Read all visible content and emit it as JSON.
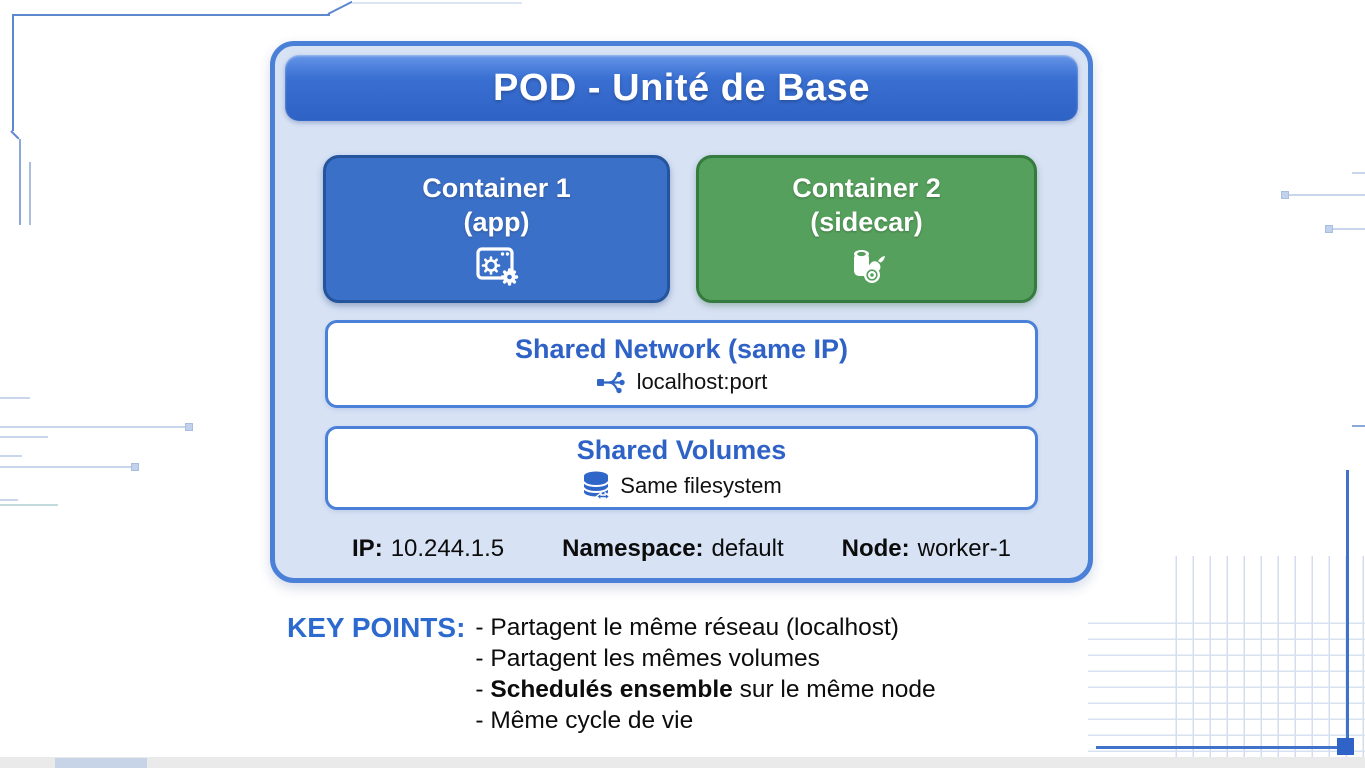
{
  "pod": {
    "title": "POD - Unité de Base",
    "containers": [
      {
        "name": "Container 1",
        "role": "(app)",
        "icon": "app-window-gear-icon",
        "fill": "#3b70c8",
        "border": "#24549c"
      },
      {
        "name": "Container 2",
        "role": "(sidecar)",
        "icon": "logs-icon",
        "fill": "#55a05c",
        "border": "#357a3e"
      }
    ],
    "shared_network": {
      "title": "Shared Network (same IP)",
      "detail": "localhost:port",
      "icon": "network-icon"
    },
    "shared_volumes": {
      "title": "Shared Volumes",
      "detail": "Same filesystem",
      "icon": "database-icon"
    },
    "meta": [
      {
        "label": "IP:",
        "value": "10.244.1.5"
      },
      {
        "label": "Namespace:",
        "value": "default"
      },
      {
        "label": "Node:",
        "value": "worker-1"
      }
    ]
  },
  "key_points": {
    "label": "KEY POINTS:",
    "items": [
      {
        "pre": "- ",
        "bold": "",
        "post": "Partagent le même réseau (localhost)"
      },
      {
        "pre": "- ",
        "bold": "",
        "post": "Partagent les mêmes volumes"
      },
      {
        "pre": "- ",
        "bold": "Schedulés ensemble",
        "post": " sur le même node"
      },
      {
        "pre": "- ",
        "bold": "",
        "post": "Même cycle de vie"
      }
    ]
  },
  "colors": {
    "pod_fill": "#d7e2f5",
    "pod_border": "#4a80d8",
    "header_blue": "#2e62c4",
    "heading_blue": "#2f62c6",
    "key_points_blue": "#2d6ad0",
    "container_blue": "#3b70c8",
    "container_green": "#55a05c"
  }
}
